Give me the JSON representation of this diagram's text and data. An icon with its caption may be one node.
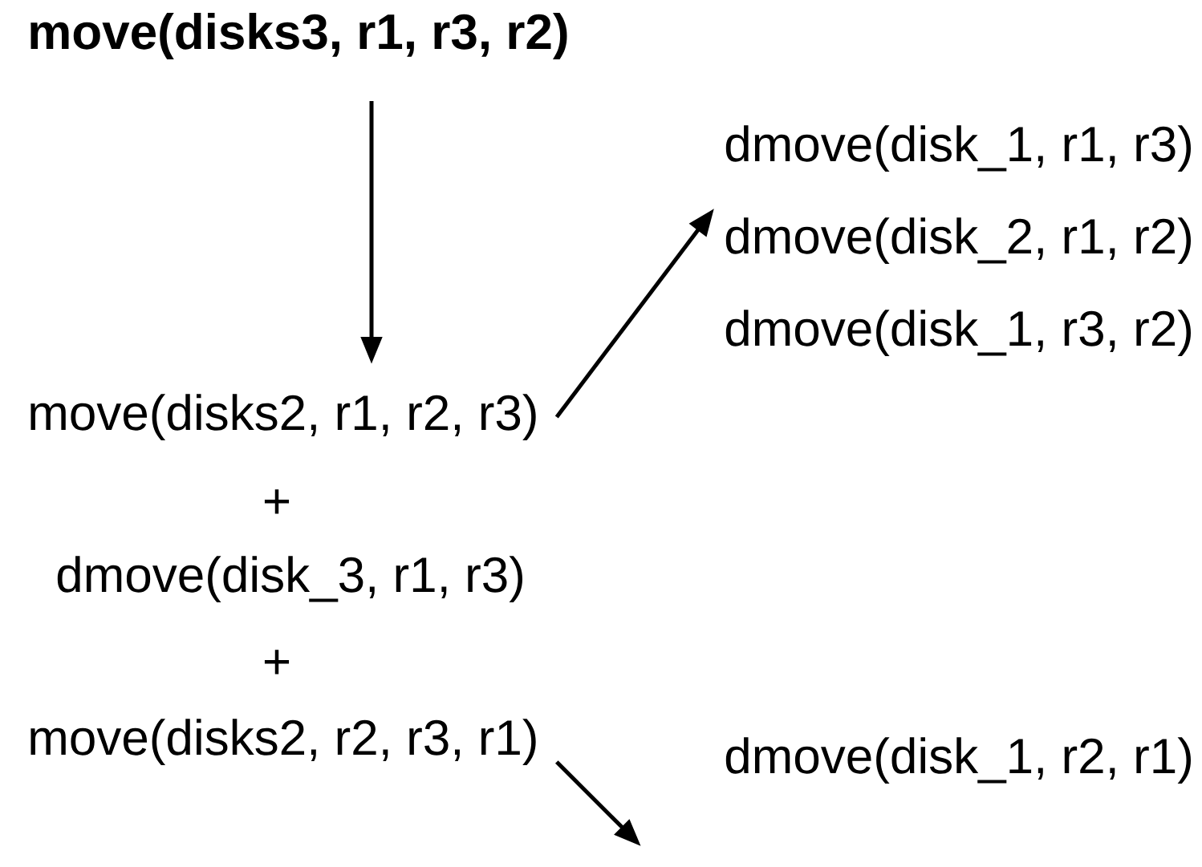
{
  "diagram": {
    "nodes": [
      {
        "text": [
          "move(disks3, r1, r3, r2)"
        ]
      },
      {
        "text": [
          "move(disks2, r1, r2, r3)"
        ]
      },
      {
        "text": [
          "dmove(disk_1, r1, r3)",
          "dmove(disk_2, r1, r2)",
          "dmove(disk_1, r3, r2)"
        ]
      },
      {
        "text": [
          "dmove(disk_3, r1, r3)"
        ]
      },
      {
        "text": [
          "move(disks2, r2, r3, r1)"
        ]
      },
      {
        "text": [
          "dmove(disk_1, r2, r1)"
        ]
      }
    ],
    "edges": [
      {
        "from": 0,
        "to": 1,
        "arrow": "to"
      },
      {
        "from": 1,
        "to": 2,
        "arrow": "to"
      },
      {
        "from": 4,
        "to": null,
        "arrow": "to"
      }
    ],
    "labels": [
      "+",
      "+"
    ]
  }
}
